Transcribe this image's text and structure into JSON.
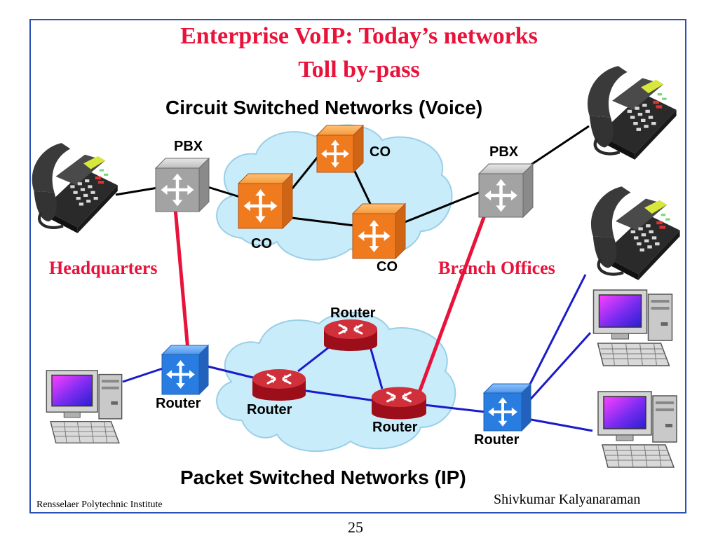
{
  "slide": {
    "title_line1": "Enterprise VoIP: Today’s networks",
    "title_line2": "Toll by-pass",
    "circuit_heading": "Circuit Switched Networks (Voice)",
    "packet_heading": "Packet Switched Networks (IP)",
    "headquarters_label": "Headquarters",
    "branch_label": "Branch Offices",
    "labels": {
      "pbx_left": "PBX",
      "pbx_right": "PBX",
      "co_top": "CO",
      "co_left": "CO",
      "co_bottom": "CO",
      "router_top": "Router",
      "router_hq": "Router",
      "router_mid_left": "Router",
      "router_mid_right": "Router",
      "router_branch": "Router"
    },
    "footer_left": "Rensselaer Polytechnic Institute",
    "footer_right": "Shivkumar Kalyanaraman",
    "page_number": "25"
  },
  "colors": {
    "title": "#e8123a",
    "red_link": "#e8123a",
    "blue_link": "#1a1acc",
    "cloud": "#c8ecfa",
    "co_switch": "#f07a1e",
    "pbx_switch": "#a0a0a0",
    "edge_router": "#2a7de0",
    "core_router": "#b8121e"
  }
}
